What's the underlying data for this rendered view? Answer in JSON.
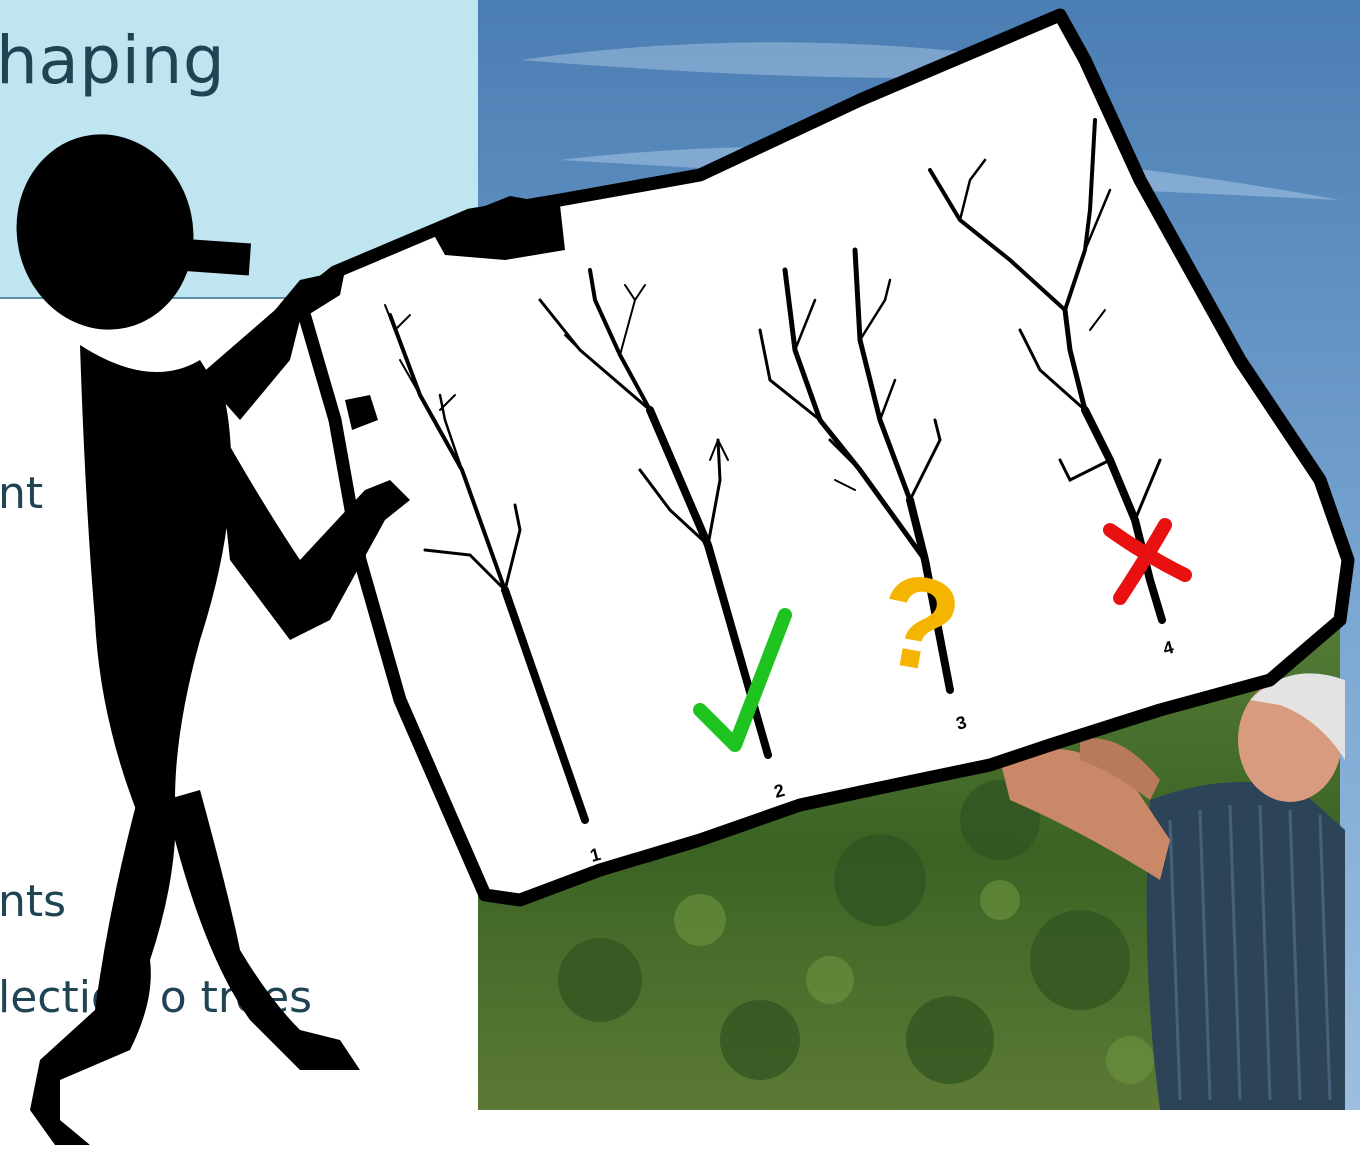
{
  "slide": {
    "title": "haping",
    "bullets": [
      "nt",
      "nts",
      "lection o  trees"
    ]
  },
  "sketch": {
    "tree_labels": [
      "1",
      "2",
      "3",
      "4"
    ],
    "marks": {
      "tree2": "✓",
      "tree3": "?",
      "tree4": "✗"
    },
    "mark_colors": {
      "check": "#1fc31f",
      "question": "#f5b400",
      "cross": "#e81010"
    }
  },
  "photo": {
    "description_icon": "person-pruning-photo"
  },
  "colors": {
    "header_band": "#bfe5f1",
    "header_rule": "#5d8fa8",
    "text": "#1f4453",
    "sky": "#5f8fc2",
    "foliage": "#3f6b2a"
  }
}
